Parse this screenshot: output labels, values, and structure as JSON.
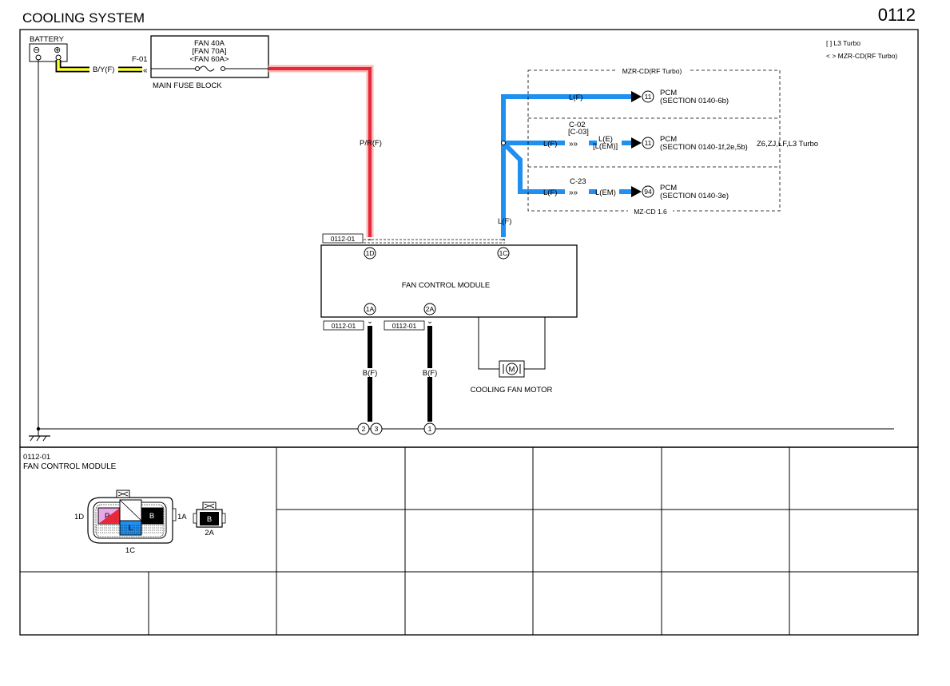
{
  "header": {
    "title": "COOLING SYSTEM",
    "page_number": "0112"
  },
  "legend": {
    "l3_turbo": "[ ] L3 Turbo",
    "mzr_cd": "< > MZR-CD(RF Turbo)"
  },
  "battery": {
    "label": "BATTERY",
    "neg": "⊖",
    "pos": "⊕"
  },
  "fuse": {
    "connector": "F-01",
    "line1": "FAN 40A",
    "line2": "[FAN 70A]",
    "line3": "<FAN 60A>",
    "block_label": "MAIN FUSE BLOCK"
  },
  "wires": {
    "battery_to_fuse": "B/Y(F)",
    "fuse_to_module": "P/R(F)",
    "module_to_pcm": "L(F)",
    "ground_1a": "B(F)",
    "ground_2a": "B(F)"
  },
  "pcm_branches": {
    "mzr_group_label": "MZR-CD(RF Turbo)",
    "mz_group_label": "MZ-CD 1.6",
    "branch1": {
      "wire": "L(F)",
      "terminal": "11",
      "name": "PCM",
      "section": "(SECTION 0140-6b)"
    },
    "branch2": {
      "connector": "C-02",
      "connector_alt": "[C-03]",
      "wire_in": "L(F)",
      "wire_out": "L(E)",
      "wire_out_alt": "[L(EM)]",
      "terminal": "11",
      "name": "PCM",
      "section": "(SECTION 0140-1f,2e,5b)",
      "variants": "Z6,ZJ,LF,L3 Turbo"
    },
    "branch3": {
      "connector": "C-23",
      "wire_in": "L(F)",
      "wire_out": "L(EM)",
      "terminal": "94",
      "name": "PCM",
      "section": "(SECTION 0140-3e)"
    }
  },
  "module": {
    "name": "FAN CONTROL MODULE",
    "connector_ref": "0112-01",
    "pins": {
      "p1d": "1D",
      "p1c": "1C",
      "p1a": "1A",
      "p2a": "2A"
    }
  },
  "motor": {
    "symbol": "M",
    "label": "COOLING FAN MOTOR"
  },
  "grounds": {
    "g1": "2",
    "g2": "3",
    "g3": "1"
  },
  "connector_detail": {
    "ref": "0112-01",
    "name": "FAN CONTROL MODULE",
    "pin_labels": {
      "left": "1D",
      "right": "1A",
      "bottom": "1C",
      "second": "2A"
    },
    "cavities": {
      "p": "P",
      "l": "L",
      "b": "B",
      "b2": "B"
    }
  },
  "colors": {
    "red_wire": "#e8273a",
    "red_glow": "#f8b7b2",
    "yellow_wire": "#ffff33",
    "blue_wire": "#1f8ff0",
    "pink": "#e7a8e6",
    "black": "#000000"
  }
}
